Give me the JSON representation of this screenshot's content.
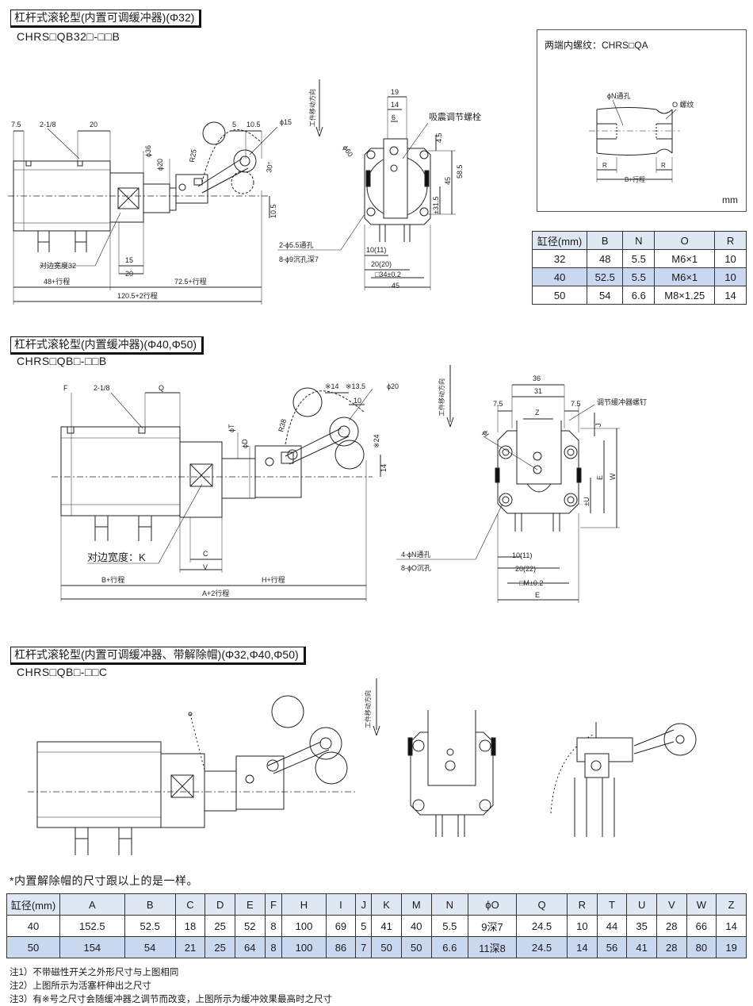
{
  "section1": {
    "title": "杠杆式滚轮型(内置可调缓冲器)(Φ32)",
    "model": "CHRS□QB32□-□□B",
    "labels": {
      "dim_7_5": "7.5",
      "dim_2_1_8": "2-1/8",
      "dim_20": "20",
      "dim_5": "5",
      "dim_10_5": "10.5",
      "dim_phi15": "ϕ15",
      "dim_phi36": "ϕ36",
      "dim_phi20": "ϕ20",
      "dim_R25": "R25",
      "dim_30deg": "30°",
      "dim_10_5b": "10.5",
      "dim_15": "15",
      "dim_20b": "20",
      "across_flats": "对边宽度32",
      "stroke_48": "48+行程",
      "stroke_72_5": "72.5+行程",
      "stroke_120_5": "120.5+2行程",
      "work_direction": "工件移动方向",
      "end_19": "19",
      "end_14": "14",
      "end_6": "6",
      "end_4_5": "4.5",
      "end_58_5": "58.5",
      "end_45v": "45",
      "end_31_5": "±31.5",
      "end_phi60": "ϕ60",
      "shock_bolt": "吸震调节螺栓",
      "holes1": "2-ϕ5.5通孔",
      "holes2": "8-ϕ9沉孔深7",
      "end_10_11": "10(11)",
      "end_20_20": "20(20)",
      "end_34": "□34±0.2",
      "end_45": "45"
    }
  },
  "thread_box": {
    "title": "两端内螺纹：CHRS□QA",
    "n_hole": "ϕN通孔",
    "o_thread": "O 螺纹",
    "r_left": "R",
    "r_right": "R",
    "b_stroke": "B+行程",
    "unit": "mm"
  },
  "small_table": {
    "headers": [
      "缸径(mm)",
      "B",
      "N",
      "O",
      "R"
    ],
    "rows": [
      [
        "32",
        "48",
        "5.5",
        "M6×1",
        "10"
      ],
      [
        "40",
        "52.5",
        "5.5",
        "M6×1",
        "10"
      ],
      [
        "50",
        "54",
        "6.6",
        "M8×1.25",
        "14"
      ]
    ]
  },
  "section2": {
    "title": "杠杆式滚轮型(内置缓冲器)(Φ40,Φ50)",
    "model": "CHRS□QB□-□□B",
    "labels": {
      "F": "F",
      "dim_2_1_8": "2-1/8",
      "Q": "Q",
      "s14": "※14",
      "s13_5": "※13.5",
      "phi20": "ϕ20",
      "d10": "10",
      "phiT": "ϕT",
      "phiD": "ϕD",
      "R38": "R38",
      "s24": "※24",
      "d14": "14",
      "across_flats": "对边宽度：K",
      "C": "C",
      "V": "V",
      "B_stroke": "B+行程",
      "H_stroke": "H+行程",
      "A_stroke": "A+2行程",
      "work_direction": "工件移动方向",
      "e36": "36",
      "e31": "31",
      "e7_5a": "7.5",
      "e7_5b": "7.5",
      "Z": "Z",
      "cushion_screw": "调节缓冲器螺钉",
      "J": "J",
      "E_v": "E",
      "W": "W",
      "U": "±U",
      "I": "ϕI",
      "holes1": "4-ϕN通孔",
      "holes2": "8-ϕO沉孔",
      "e10_11": "10(11)",
      "e20_22": "20(22)",
      "M": "□M±0.2",
      "E_h": "E"
    }
  },
  "section3": {
    "title": "杠杆式滚轮型(内置可调缓冲器、带解除帽)(Φ32,Φ40,Φ50)",
    "model": "CHRS□QB□-□□C",
    "work_direction": "工件移动方向"
  },
  "star_note": "*内置解除帽的尺寸跟以上的是一样。",
  "big_table": {
    "headers": [
      "缸径(mm)",
      "A",
      "B",
      "C",
      "D",
      "E",
      "F",
      "H",
      "I",
      "J",
      "K",
      "M",
      "N",
      "ϕO",
      "Q",
      "R",
      "T",
      "U",
      "V",
      "W",
      "Z"
    ],
    "rows": [
      [
        "40",
        "152.5",
        "52.5",
        "18",
        "25",
        "52",
        "8",
        "100",
        "69",
        "5",
        "41",
        "40",
        "5.5",
        "9深7",
        "24.5",
        "10",
        "44",
        "35",
        "28",
        "66",
        "14"
      ],
      [
        "50",
        "154",
        "54",
        "21",
        "25",
        "64",
        "8",
        "100",
        "86",
        "7",
        "50",
        "50",
        "6.6",
        "11深8",
        "24.5",
        "14",
        "56",
        "41",
        "28",
        "80",
        "19"
      ]
    ]
  },
  "notes": [
    "注1）不带磁性开关之外形尺寸与上图相同",
    "注2）上图所示为活塞杆伸出之尺寸",
    "注3）有※号之尺寸会随缓冲器之调节而改变，上图所示为缓冲效果最高时之尺寸"
  ]
}
